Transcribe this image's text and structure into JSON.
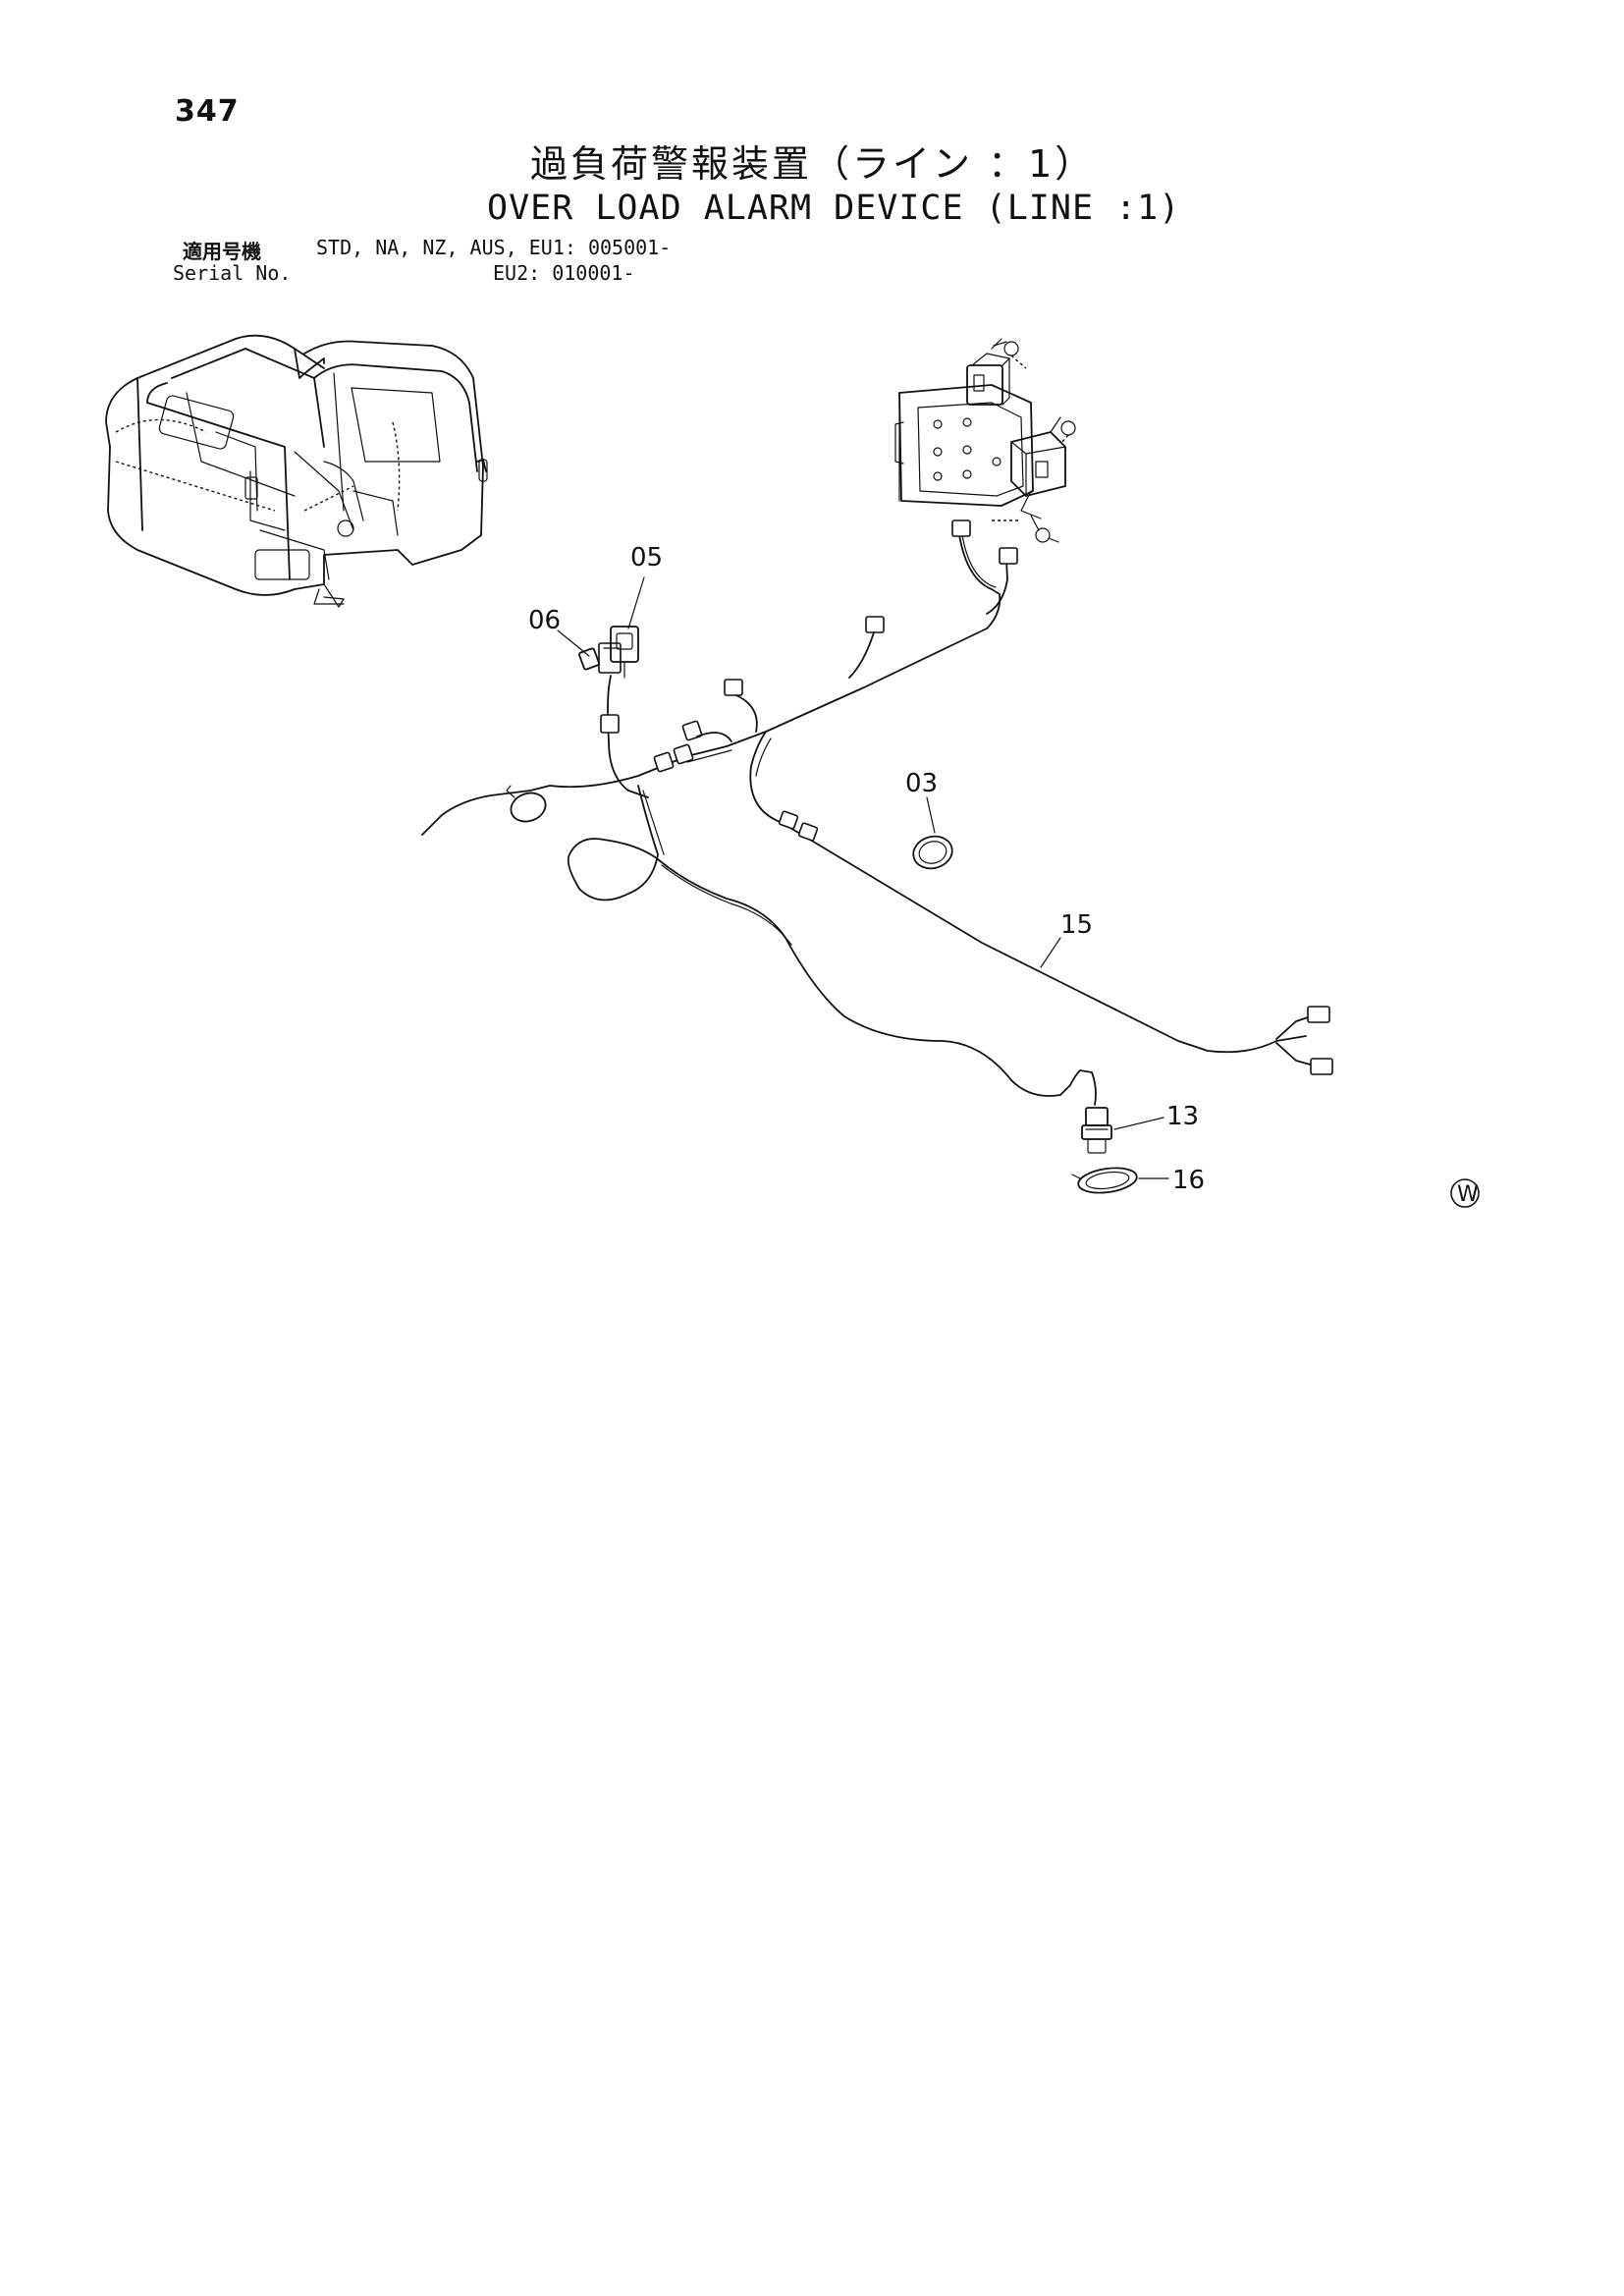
{
  "page": {
    "number": "347",
    "title_jp": "過負荷警報装置（ライン ：1）",
    "title_en": "OVER LOAD ALARM DEVICE (LINE :1)"
  },
  "serial": {
    "label_jp": "適用号機",
    "label_en": "Serial No.",
    "line_1": "STD, NA, NZ, AUS, EU1: 005001-",
    "line_2": "EU2: 010001-"
  },
  "callouts": {
    "c05": "05",
    "c06": "06",
    "c03": "03",
    "c15": "15",
    "c13": "13",
    "c16": "16"
  },
  "watermark": "W"
}
